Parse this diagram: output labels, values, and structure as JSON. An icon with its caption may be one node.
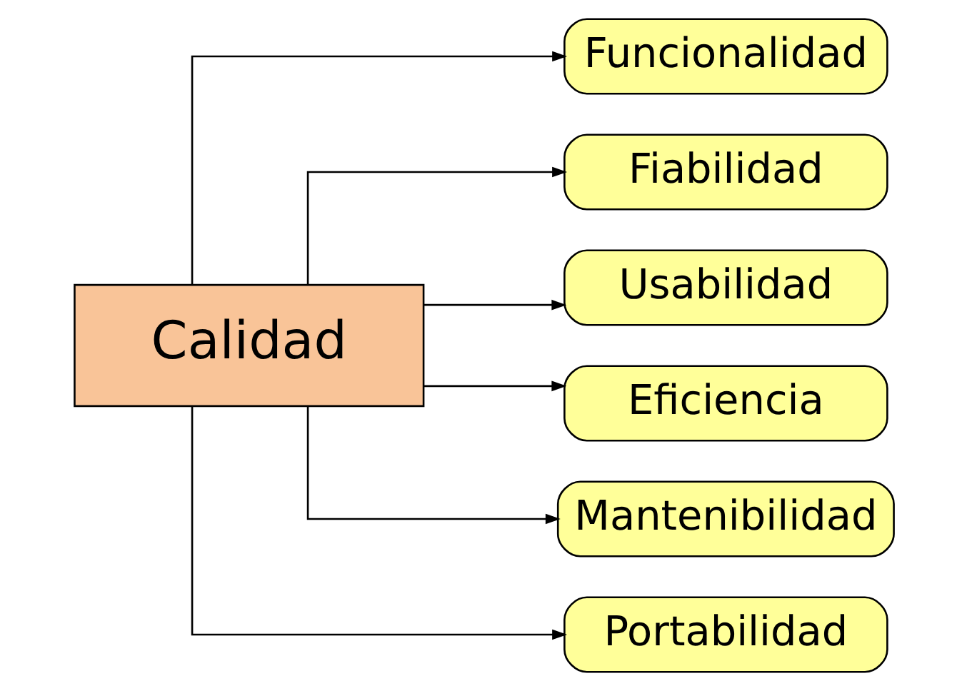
{
  "diagram": {
    "nodes": [
      {
        "text": [
          "Calidad"
        ]
      },
      {
        "text": [
          "Funcionalidad"
        ]
      },
      {
        "text": [
          "Fiabilidad"
        ]
      },
      {
        "text": [
          "Usabilidad"
        ]
      },
      {
        "text": [
          "Eficiencia"
        ]
      },
      {
        "text": [
          "Mantenibilidad"
        ]
      },
      {
        "text": [
          "Portabilidad"
        ]
      }
    ],
    "edges": [
      {
        "from": 0,
        "to": 1,
        "arrow": "to"
      },
      {
        "from": 0,
        "to": 2,
        "arrow": "to"
      },
      {
        "from": 0,
        "to": 3,
        "arrow": "to"
      },
      {
        "from": 0,
        "to": 4,
        "arrow": "to"
      },
      {
        "from": 0,
        "to": 5,
        "arrow": "to"
      },
      {
        "from": 0,
        "to": 6,
        "arrow": "to"
      }
    ]
  }
}
